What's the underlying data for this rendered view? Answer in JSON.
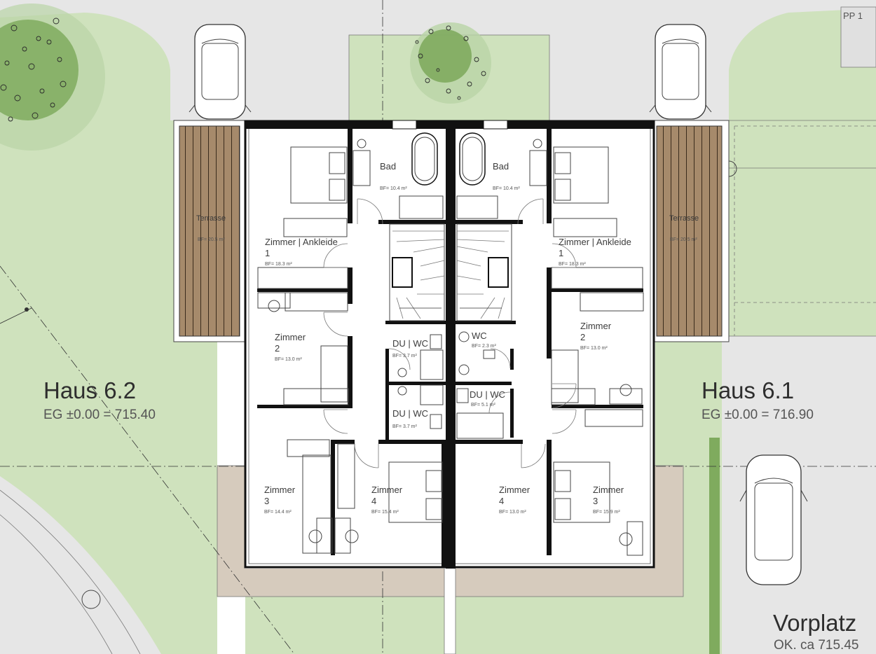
{
  "colors": {
    "lawn": "#cfe2bd",
    "lawn_dark": "#b9d4a6",
    "tree": "#7fab5e",
    "paving": "#d6cbbd",
    "road": "#e6e6e6",
    "decking": "#a68a6b",
    "wall": "#111111",
    "floor": "#ffffff"
  },
  "labels": {
    "pp1": "PP 1",
    "terrace_left": {
      "name": "Terrasse",
      "area": "BF= 20.5 m²"
    },
    "terrace_right": {
      "name": "Terrasse",
      "area": "BF= 20.5 m²"
    },
    "house_left": {
      "title": "Haus 6.2",
      "level": "EG ±0.00 = 715.40",
      "rooms": [
        {
          "line1": "Bad",
          "line2": "",
          "area": "BF= 10.4 m²"
        },
        {
          "line1": "Zimmer | Ankleide",
          "line2": "1",
          "area": "BF= 18.3 m²"
        },
        {
          "line1": "Zimmer",
          "line2": "2",
          "area": "BF= 13.0 m²"
        },
        {
          "line1": "DU | WC",
          "line2": "",
          "area": "BF= 3.7 m²"
        },
        {
          "line1": "DU | WC",
          "line2": "",
          "area": "BF= 3.7 m²"
        },
        {
          "line1": "Zimmer",
          "line2": "3",
          "area": "BF= 14.4 m²"
        },
        {
          "line1": "Zimmer",
          "line2": "4",
          "area": "BF= 15.4 m²"
        }
      ]
    },
    "house_right": {
      "title": "Haus 6.1",
      "level": "EG ±0.00 = 716.90",
      "rooms": [
        {
          "line1": "Bad",
          "line2": "",
          "area": "BF= 10.4 m²"
        },
        {
          "line1": "Zimmer | Ankleide",
          "line2": "1",
          "area": "BF= 18.3 m²"
        },
        {
          "line1": "WC",
          "line2": "",
          "area": "BF= 2.3 m²"
        },
        {
          "line1": "Zimmer",
          "line2": "2",
          "area": "BF= 13.0 m²"
        },
        {
          "line1": "DU | WC",
          "line2": "",
          "area": "BF= 5.1 m²"
        },
        {
          "line1": "Zimmer",
          "line2": "4",
          "area": "BF= 13.0 m²"
        },
        {
          "line1": "Zimmer",
          "line2": "3",
          "area": "BF= 15.9 m²"
        }
      ]
    },
    "forecourt": {
      "name": "Vorplatz",
      "level": "OK. ca 715.45"
    }
  }
}
